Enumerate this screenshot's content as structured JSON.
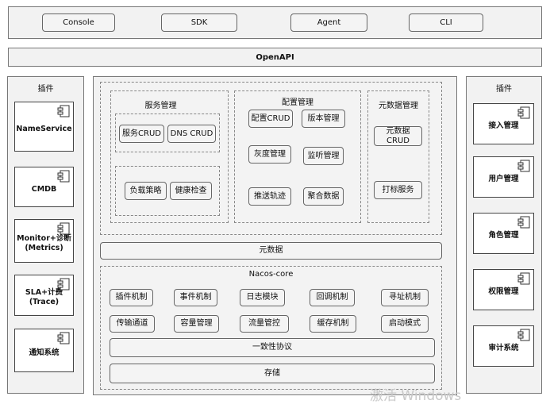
{
  "clients": [
    "Console",
    "SDK",
    "Agent",
    "CLI"
  ],
  "openapi": "OpenAPI",
  "left_panel": {
    "title": "插件",
    "items": [
      "NameService",
      "CMDB",
      "Monitor+诊断\n(Metrics)",
      "SLA+计费\n(Trace)",
      "通知系统"
    ]
  },
  "right_panel": {
    "title": "插件",
    "items": [
      "接入管理",
      "用户管理",
      "角色管理",
      "权限管理",
      "审计系统"
    ]
  },
  "service_mgmt": {
    "title": "服务管理",
    "row1": [
      "服务CRUD",
      "DNS CRUD"
    ],
    "row2": [
      "负载策略",
      "健康检查"
    ]
  },
  "config_mgmt": {
    "title": "配置管理",
    "items": [
      "配置CRUD",
      "版本管理",
      "灰度管理",
      "监听管理",
      "推送轨迹",
      "聚合数据"
    ]
  },
  "metadata_mgmt": {
    "title": "元数据管理",
    "items": [
      "元数据\nCRUD",
      "打标服务"
    ]
  },
  "metadata_bar": "元数据",
  "core": {
    "title": "Nacos-core",
    "row1": [
      "插件机制",
      "事件机制",
      "日志模块",
      "回调机制",
      "寻址机制"
    ],
    "row2": [
      "传输通道",
      "容量管理",
      "流量管控",
      "缓存机制",
      "启动模式"
    ],
    "consistency": "一致性协议",
    "storage": "存储"
  },
  "watermark": "激活 Windows"
}
